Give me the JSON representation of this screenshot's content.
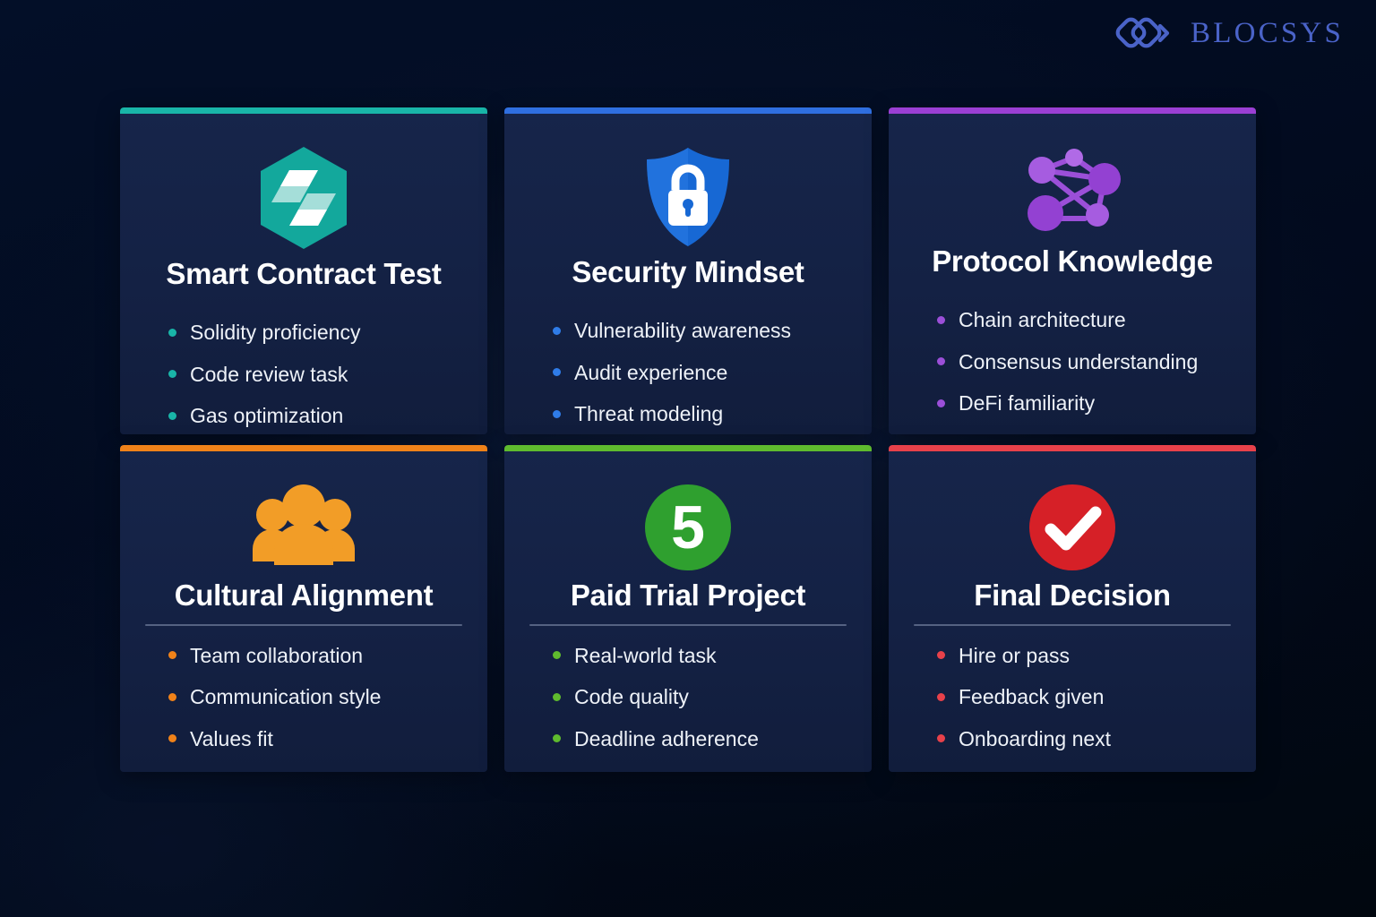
{
  "brand": {
    "name": "BLOCSYS",
    "logo_icon": "blocsys-interlocking-diamonds-logo",
    "logo_color": "#4a63c8"
  },
  "page": {
    "background_color": "#020b1e",
    "card_background_color": "#16254a"
  },
  "cards": [
    {
      "id": "smart-contract-test",
      "title": "Smart Contract Test",
      "accent_color": "#19b5a8",
      "icon": "solidity-hexagon-icon",
      "icon_colors": {
        "primary": "#13a89c",
        "secondary": "#ffffff"
      },
      "bullets": [
        "Solidity proficiency",
        "Code review task",
        "Gas optimization"
      ]
    },
    {
      "id": "security-mindset",
      "title": "Security Mindset",
      "accent_color": "#2f6fe0",
      "icon": "shield-lock-icon",
      "icon_colors": {
        "primary": "#1768d4",
        "secondary": "#ffffff"
      },
      "bullets": [
        "Vulnerability awareness",
        "Audit experience",
        "Threat modeling"
      ]
    },
    {
      "id": "protocol-knowledge",
      "title": "Protocol Knowledge",
      "accent_color": "#9b3fd4",
      "icon": "network-nodes-icon",
      "icon_colors": {
        "primary": "#9b4fd8",
        "secondary": "#b06ae6"
      },
      "bullets": [
        "Chain architecture",
        "Consensus understanding",
        "DeFi familiarity"
      ]
    },
    {
      "id": "cultural-alignment",
      "title": "Cultural Alignment",
      "accent_color": "#f08219",
      "icon": "people-group-icon",
      "icon_colors": {
        "primary": "#f29d27",
        "secondary": "#f29d27"
      },
      "bullets": [
        "Team collaboration",
        "Communication style",
        "Values fit"
      ]
    },
    {
      "id": "paid-trial-project",
      "title": "Paid Trial Project",
      "accent_color": "#5fbb2e",
      "icon": "number-five-badge-icon",
      "icon_badge_number": "5",
      "icon_colors": {
        "primary": "#2fa02f",
        "secondary": "#ffffff"
      },
      "bullets": [
        "Real-world task",
        "Code quality",
        "Deadline adherence"
      ]
    },
    {
      "id": "final-decision",
      "title": "Final Decision",
      "accent_color": "#e8414a",
      "icon": "check-circle-icon",
      "icon_colors": {
        "primary": "#d62027",
        "secondary": "#ffffff"
      },
      "bullets": [
        "Hire or pass",
        "Feedback given",
        "Onboarding next"
      ]
    }
  ]
}
